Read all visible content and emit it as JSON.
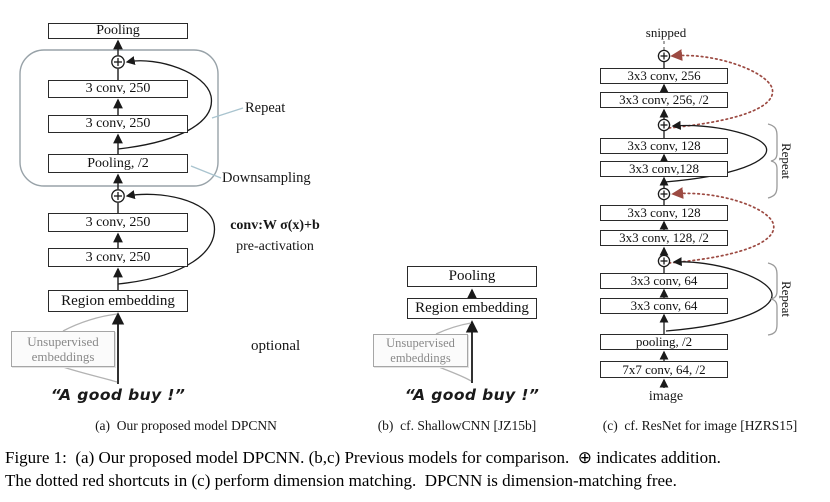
{
  "panel_a": {
    "pooling_top": "Pooling",
    "conv_a": "3 conv, 250",
    "conv_b": "3 conv, 250",
    "pooling_half": "Pooling, /2",
    "conv_c": "3 conv, 250",
    "conv_d": "3 conv, 250",
    "region": "Region embedding",
    "unsup_line1": "Unsupervised",
    "unsup_line2": "embeddings",
    "input_text": "“A good buy !”",
    "label_repeat": "Repeat",
    "label_downsampling": "Downsampling",
    "label_formula": "conv:W σ(x)+b",
    "label_preactivation": "pre-activation",
    "label_optional": "optional",
    "caption": "(a)  Our proposed model DPCNN"
  },
  "panel_b": {
    "pooling": "Pooling",
    "region": "Region embedding",
    "unsup_line1": "Unsupervised",
    "unsup_line2": "embeddings",
    "input_text": "“A good buy !”",
    "caption": "(b)  cf. ShallowCNN [JZ15b]"
  },
  "panel_c": {
    "snipped": "snipped",
    "boxes": [
      "3x3 conv, 256",
      "3x3 conv, 256, /2",
      "3x3 conv, 128",
      "3x3 conv,128",
      "3x3 conv, 128",
      "3x3 conv, 128, /2",
      "3x3 conv, 64",
      "3x3 conv, 64",
      "pooling, /2",
      "7x7 conv, 64, /2"
    ],
    "image_label": "image",
    "repeat_top": "Repeat",
    "repeat_bottom": "Repeat",
    "caption": "(c)  cf. ResNet for image [HZRS15]"
  },
  "figure_caption": {
    "line1": "Figure 1:  (a) Our proposed model DPCNN. (b,c) Previous models for comparison.  ⊕ indicates addition.",
    "line2": "The dotted red shortcuts in (c) perform dimension matching.  DPCNN is dimension-matching free."
  },
  "colors": {
    "shortcut_red": "#9c4a42",
    "gray_annotation": "#8a8a8a",
    "leader_line": "#a9c4cf"
  }
}
